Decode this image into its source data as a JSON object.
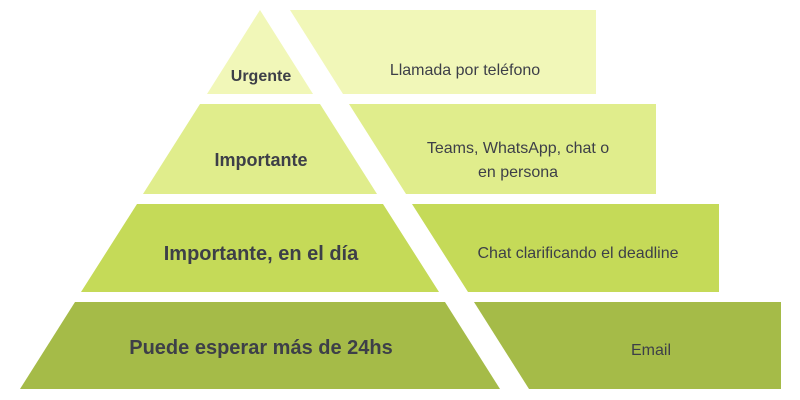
{
  "levels": [
    {
      "label": "Urgente",
      "channel": [
        "Llamada por teléfono"
      ],
      "color": "#f1f7b8"
    },
    {
      "label": "Importante",
      "channel": [
        "Teams, WhatsApp, chat o",
        "en persona"
      ],
      "color": "#e0ed8c"
    },
    {
      "label": "Importante, en el día",
      "channel": [
        "Chat clarificando el deadline"
      ],
      "color": "#c5da58"
    },
    {
      "label": "Puede esperar más de 24hs",
      "channel": [
        "Email"
      ],
      "color": "#a5bb48"
    }
  ],
  "text_color": "#3d3f48"
}
